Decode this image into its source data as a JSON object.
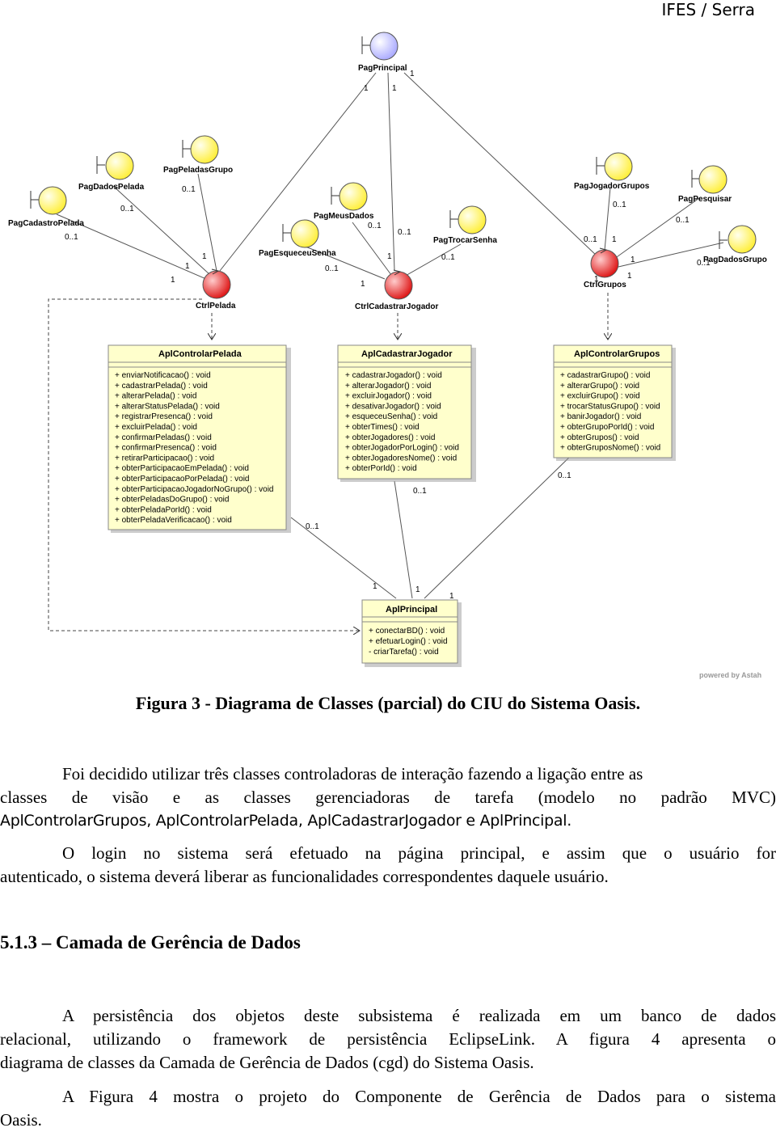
{
  "header": {
    "text": "IFES / Serra"
  },
  "diagram": {
    "watermark": "powered by Astah",
    "boundaries": [
      {
        "id": "PagPrincipal",
        "label": "PagPrincipal",
        "color": "#c9c9ff"
      },
      {
        "id": "PagCadastroPelada",
        "label": "PagCadastroPelada",
        "color": "#ffff99"
      },
      {
        "id": "PagDadosPelada",
        "label": "PagDadosPelada",
        "color": "#ffff99"
      },
      {
        "id": "PagPeladasGrupo",
        "label": "PagPeladasGrupo",
        "color": "#ffff99"
      },
      {
        "id": "PagEsqueceuSenha",
        "label": "PagEsqueceuSenha",
        "color": "#ffff99"
      },
      {
        "id": "PagMeusDados",
        "label": "PagMeusDados",
        "color": "#ffff99"
      },
      {
        "id": "PagTrocarSenha",
        "label": "PagTrocarSenha",
        "color": "#ffff99"
      },
      {
        "id": "PagJogadorGrupos",
        "label": "PagJogadorGrupos",
        "color": "#ffff99"
      },
      {
        "id": "PagPesquisar",
        "label": "PagPesquisar",
        "color": "#ffff99"
      },
      {
        "id": "PagDadosGrupo",
        "label": "PagDadosGrupo",
        "color": "#ffff99"
      }
    ],
    "controls": [
      {
        "id": "CtrlPelada",
        "label": "CtrlPelada",
        "color": "#ee3333"
      },
      {
        "id": "CtrlCadastrarJogador",
        "label": "CtrlCadastrarJogador",
        "color": "#ee3333"
      },
      {
        "id": "CtrlGrupos",
        "label": "CtrlGrupos",
        "color": "#ee3333"
      }
    ],
    "multiplicities": [
      "1",
      "1",
      "1",
      "0..1",
      "1",
      "0..1",
      "1",
      "0..1",
      "1",
      "0..1",
      "1",
      "0..1",
      "1",
      "0..1",
      "1",
      "0..1",
      "1",
      "0..1",
      "1",
      "0..1",
      "1",
      "0..1",
      "1",
      "0..1",
      "0..1",
      "0..1",
      "0..1",
      "1",
      "1",
      "1"
    ],
    "classes": [
      {
        "id": "AplControlarPelada",
        "name": "AplControlarPelada",
        "operations": [
          "+ enviarNotificacao() : void",
          "+ cadastrarPelada() : void",
          "+ alterarPelada() : void",
          "+ alterarStatusPelada() : void",
          "+ registrarPresenca() : void",
          "+ excluirPelada() : void",
          "+ confirmarPeladas() : void",
          "+ confirmarPresenca() : void",
          "+ retirarParticipacao() : void",
          "+ obterParticipacaoEmPelada() : void",
          "+ obterParticipacaoPorPelada() : void",
          "+ obterParticipacaoJogadorNoGrupo() : void",
          "+ obterPeladasDoGrupo() : void",
          "+ obterPeladaPorId() : void",
          "+ obterPeladaVerificacao() : void"
        ]
      },
      {
        "id": "AplCadastrarJogador",
        "name": "AplCadastrarJogador",
        "operations": [
          "+ cadastrarJogador() : void",
          "+ alterarJogador() : void",
          "+ excluirJogador() : void",
          "+ desativarJogador() : void",
          "+ esqueceuSenha() : void",
          "+ obterTimes() : void",
          "+ obterJogadores() : void",
          "+ obterJogadorPorLogin() : void",
          "+ obterJogadoresNome() : void",
          "+ obterPorId() : void"
        ]
      },
      {
        "id": "AplControlarGrupos",
        "name": "AplControlarGrupos",
        "operations": [
          "+ cadastrarGrupo() : void",
          "+ alterarGrupo() : void",
          "+ excluirGrupo() : void",
          "+ trocarStatusGrupo() : void",
          "+ banirJogador() : void",
          "+ obterGrupoPorId() : void",
          "+ obterGrupos() : void",
          "+ obterGruposNome() : void"
        ]
      },
      {
        "id": "AplPrincipal",
        "name": "AplPrincipal",
        "operations": [
          "+ conectarBD() : void",
          "+ efetuarLogin() : void",
          "- criarTarefa() : void"
        ]
      }
    ]
  },
  "caption": "Figura 3 - Diagrama de Classes (parcial) do CIU do Sistema Oasis.",
  "paragraph1": {
    "line1": "Foi decidido utilizar três classes controladoras de interação fazendo a ligação entre as",
    "line2": "classes de visão e as classes gerenciadoras de tarefa (modelo no padrão MVC)",
    "line3": "AplControlarGrupos, AplControlarPelada, AplCadastrarJogador e AplPrincipal."
  },
  "paragraph2": {
    "line1": "O login no sistema será efetuado na página principal, e assim que o usuário for",
    "line2": "autenticado, o sistema deverá liberar as funcionalidades correspondentes daquele usuário."
  },
  "heading": "5.1.3 – Camada de Gerência de Dados",
  "paragraph3": {
    "line1": "A persistência dos objetos deste subsistema é realizada em um banco de dados",
    "line2": "relacional, utilizando o framework de persistência EclipseLink. A figura 4 apresenta o",
    "line3": "diagrama de classes da Camada de Gerência de Dados (cgd) do Sistema Oasis."
  },
  "paragraph4": {
    "line1": "A Figura 4 mostra o projeto do Componente de Gerência de Dados para o sistema",
    "line2": "Oasis."
  }
}
